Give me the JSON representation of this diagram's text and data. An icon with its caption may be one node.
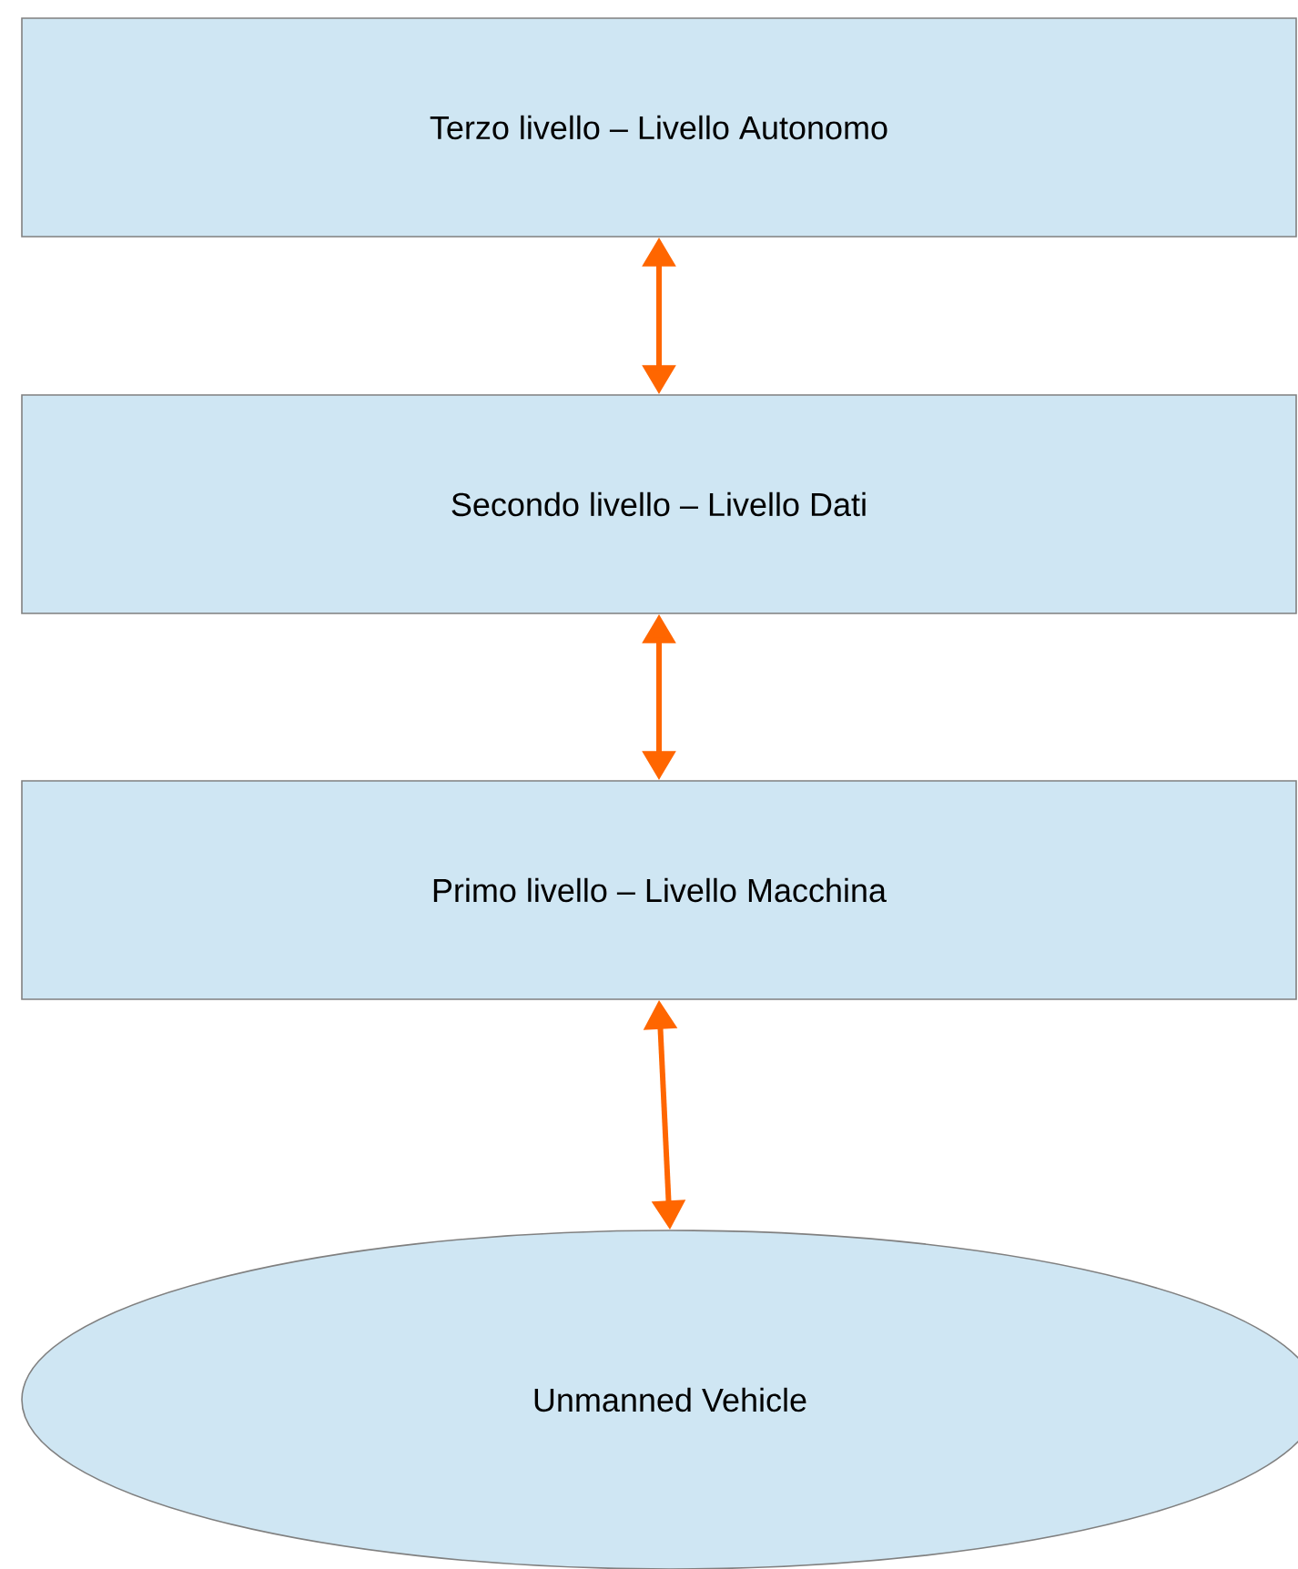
{
  "diagram": {
    "nodes": [
      {
        "text": [
          "Terzo livello – Livello Autonomo"
        ]
      },
      {
        "text": [
          "Secondo livello – Livello Dati"
        ]
      },
      {
        "text": [
          "Primo livello – Livello Macchina"
        ]
      },
      {
        "text": [
          "Unmanned Vehicle"
        ]
      }
    ],
    "edges": [
      {
        "from": 0,
        "to": 1,
        "arrow": "both"
      },
      {
        "from": 1,
        "to": 2,
        "arrow": "both"
      },
      {
        "from": 2,
        "to": 3,
        "arrow": "both"
      }
    ]
  }
}
